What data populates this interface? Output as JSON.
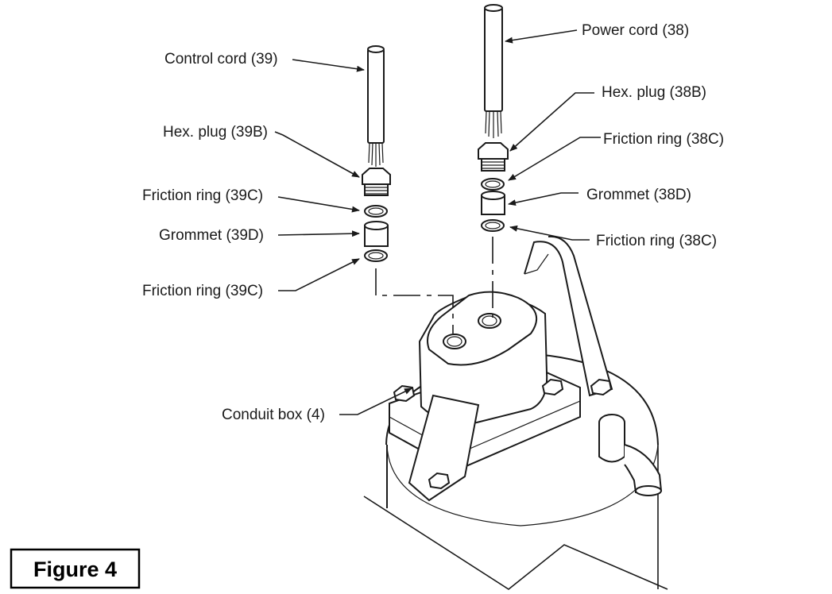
{
  "figure": {
    "title": "Figure 4"
  },
  "labels": {
    "control_cord": "Control cord (39)",
    "hex_plug_39b": "Hex. plug (39B)",
    "friction_ring_39c_top": "Friction ring (39C)",
    "grommet_39d": "Grommet (39D)",
    "friction_ring_39c_bottom": "Friction ring (39C)",
    "power_cord": "Power cord (38)",
    "hex_plug_38b": "Hex. plug (38B)",
    "friction_ring_38c_top": "Friction ring (38C)",
    "grommet_38d": "Grommet (38D)",
    "friction_ring_38c_bottom": "Friction ring (38C)",
    "conduit_box": "Conduit box (4)"
  }
}
